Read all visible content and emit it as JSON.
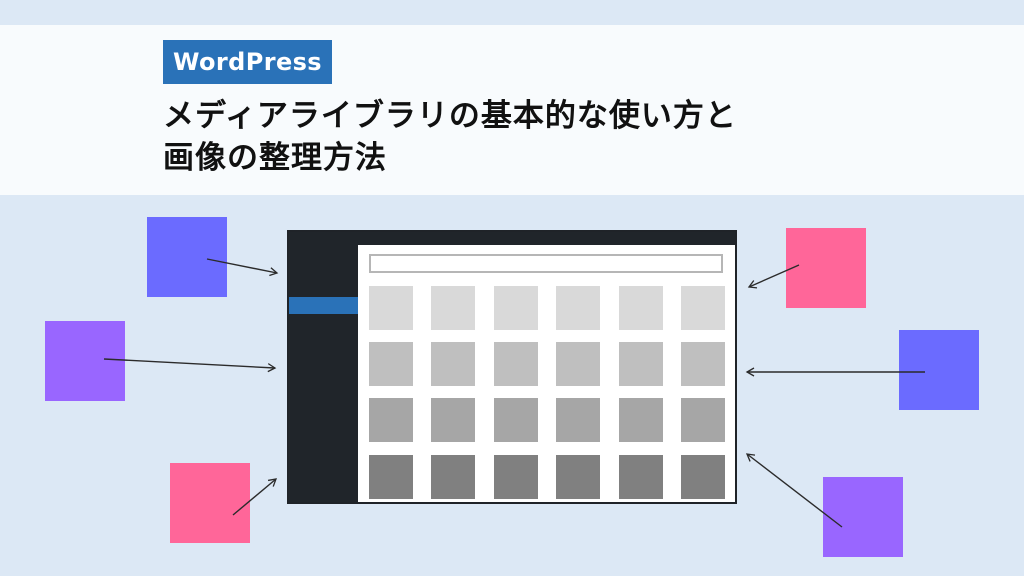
{
  "tag": {
    "label": "WordPress"
  },
  "headline": {
    "line1": "メディアライブラリの基本的な使い方と",
    "line2": "画像の整理方法"
  },
  "colors": {
    "background": "#dce8f5",
    "panel": "#f8fbfd",
    "accent_blue": "#2a72b8",
    "dark": "#20252a",
    "callout_blue": "#6b6bff",
    "callout_purple": "#9966ff",
    "callout_pink": "#ff6699"
  },
  "illustration": {
    "thumbnail_rows": 4,
    "thumbnail_cols": 6,
    "callouts": [
      {
        "id": "left-top",
        "color": "callout_blue"
      },
      {
        "id": "left-middle",
        "color": "callout_purple"
      },
      {
        "id": "left-bottom",
        "color": "callout_pink"
      },
      {
        "id": "right-top",
        "color": "callout_pink"
      },
      {
        "id": "right-middle",
        "color": "callout_blue"
      },
      {
        "id": "right-bottom",
        "color": "callout_purple"
      }
    ]
  }
}
